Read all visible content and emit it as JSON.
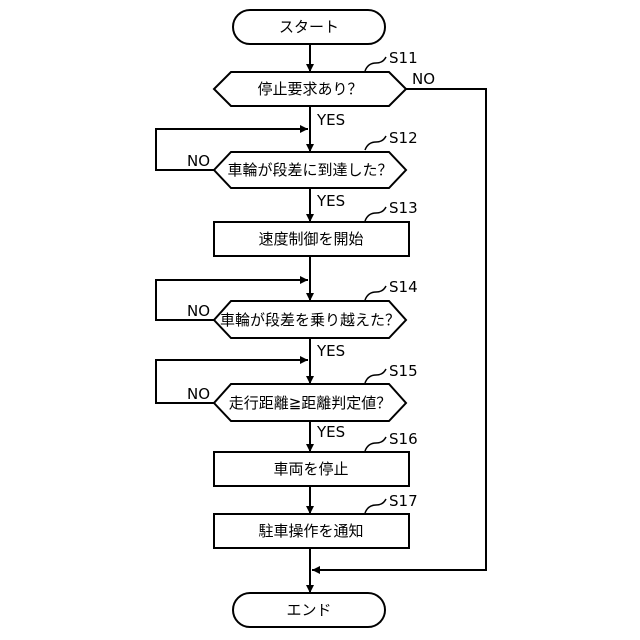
{
  "nodes": {
    "start": "スタート",
    "d11": "停止要求あり？",
    "d12": "車輪が段差に到達した？",
    "p13": "速度制御を開始",
    "d14": "車輪が段差を乗り越えた？",
    "d15": "走行距離≧距離判定値？",
    "p16": "車両を停止",
    "p17": "駐車操作を通知",
    "end": "エンド"
  },
  "steps": {
    "s11": "S11",
    "s12": "S12",
    "s13": "S13",
    "s14": "S14",
    "s15": "S15",
    "s16": "S16",
    "s17": "S17"
  },
  "branches": {
    "no_11": "NO",
    "yes_11": "YES",
    "no_12": "NO",
    "yes_12": "YES",
    "no_14": "NO",
    "yes_14": "YES",
    "no_15": "NO",
    "yes_15": "YES"
  }
}
